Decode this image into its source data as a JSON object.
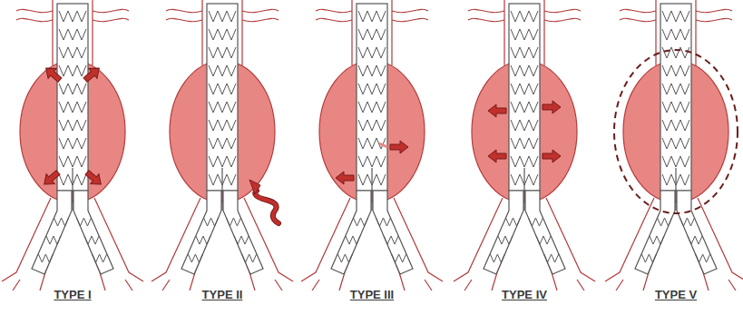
{
  "diagram": {
    "labels": [
      "TYPE I",
      "TYPE II",
      "TYPE III",
      "TYPE IV",
      "TYPE V"
    ]
  }
}
